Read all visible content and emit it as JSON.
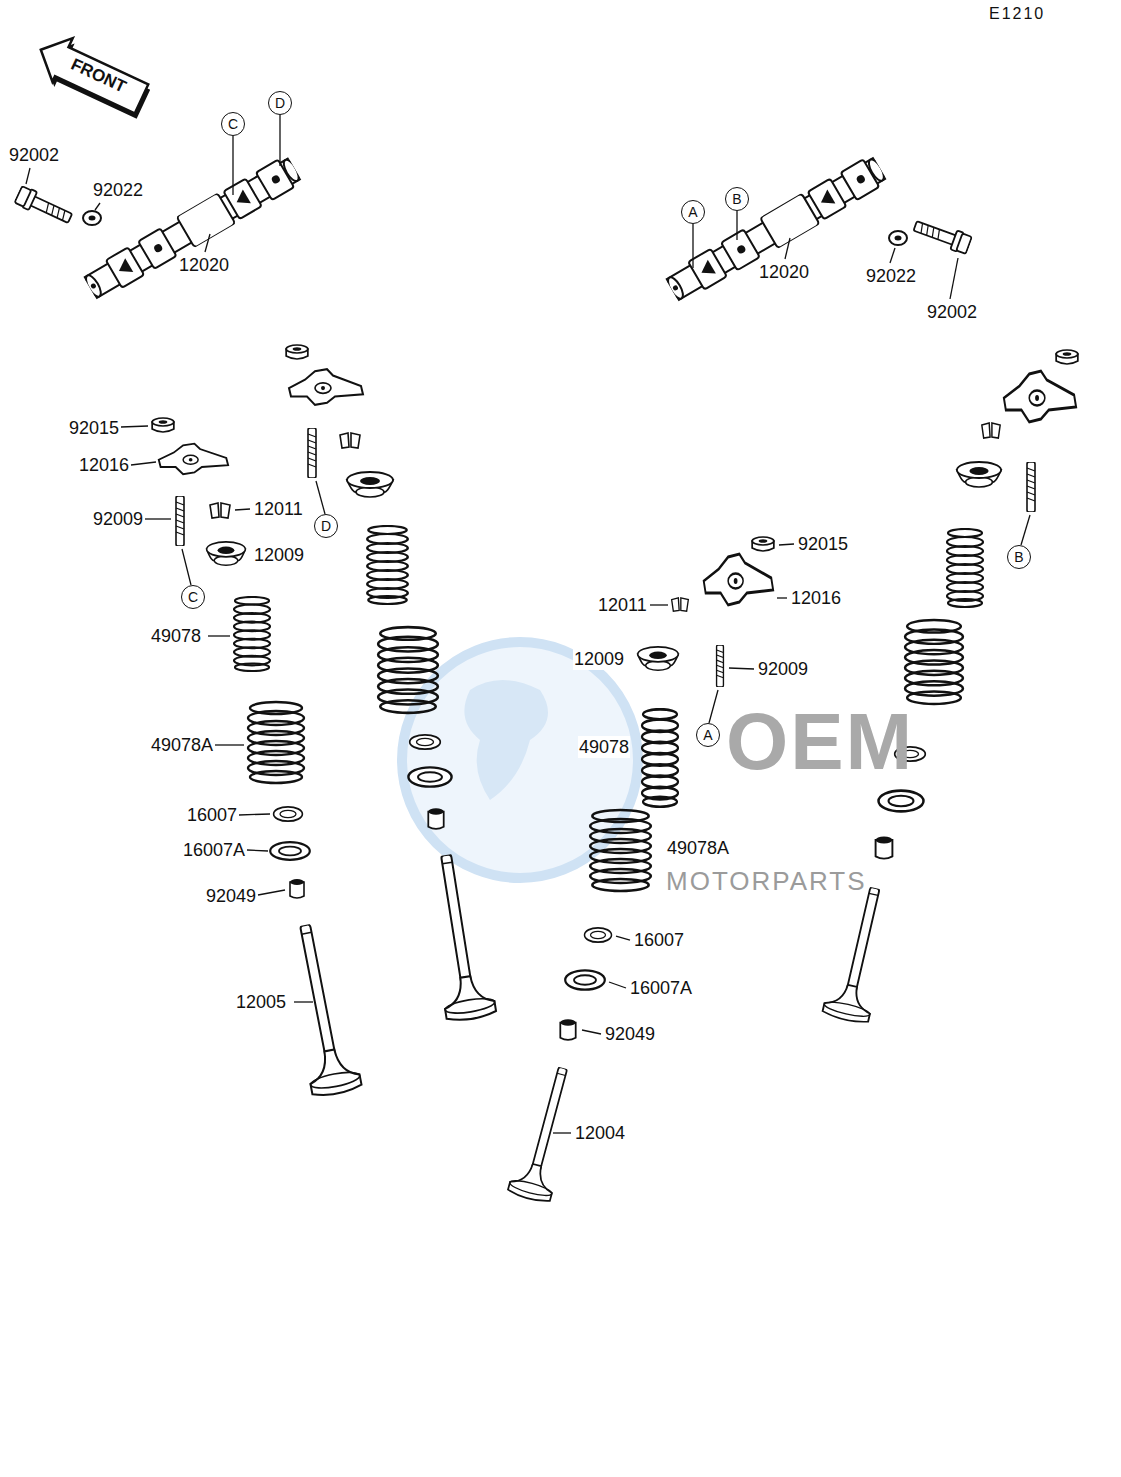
{
  "diagram": {
    "nodes": [
      {
        "text": [
          "D"
        ]
      },
      {
        "text": [
          "C"
        ]
      },
      {
        "text": [
          "B"
        ]
      },
      {
        "text": [
          "A"
        ]
      },
      {
        "text": [
          "D"
        ]
      },
      {
        "text": [
          "B"
        ]
      },
      {
        "text": [
          "C"
        ]
      },
      {
        "text": [
          "A"
        ]
      }
    ],
    "labels": [
      "E1210",
      "FRONT",
      "92002",
      "92022",
      "12020",
      "12020",
      "92022",
      "92002",
      "92015",
      "12016",
      "92009",
      "12011",
      "12009",
      "49078",
      "49078A",
      "16007",
      "16007A",
      "92049",
      "12005",
      "92015",
      "12016",
      "12011",
      "12009",
      "92009",
      "49078",
      "49078A",
      "16007",
      "16007A",
      "92049",
      "12004",
      "OEM",
      "MOTORPARTS"
    ]
  }
}
